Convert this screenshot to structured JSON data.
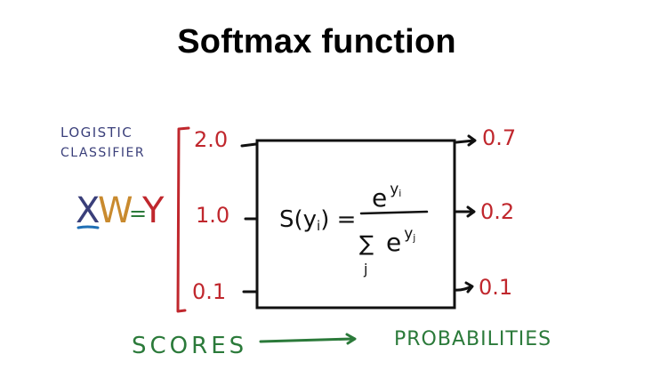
{
  "title": "Softmax function",
  "left_label": {
    "line1": "LOGISTIC",
    "line2": "CLASSIFIER",
    "equation": {
      "x": "X",
      "w": "W",
      "eq": "=",
      "y": "Y"
    }
  },
  "scores": [
    "2.0",
    "1.0",
    "0.1"
  ],
  "probabilities": [
    "0.7",
    "0.2",
    "0.1"
  ],
  "formula": {
    "lhs": "S(y",
    "lhs_sub": "i",
    "lhs_close": ") =",
    "numerator_base": "e",
    "numerator_exp": "y",
    "numerator_exp_sub": "i",
    "sum_symbol": "∑",
    "sum_index": "j",
    "denominator_base": "e",
    "denominator_exp": "y",
    "denominator_exp_sub": "j"
  },
  "bottom": {
    "from": "SCORES",
    "to": "PROBABILITIES"
  },
  "colors": {
    "ink": "#111111",
    "red": "#c0272d",
    "green": "#2b7a3a",
    "navy": "#3a3f7a",
    "orange": "#c98a2e",
    "blue": "#1f6fb5"
  }
}
